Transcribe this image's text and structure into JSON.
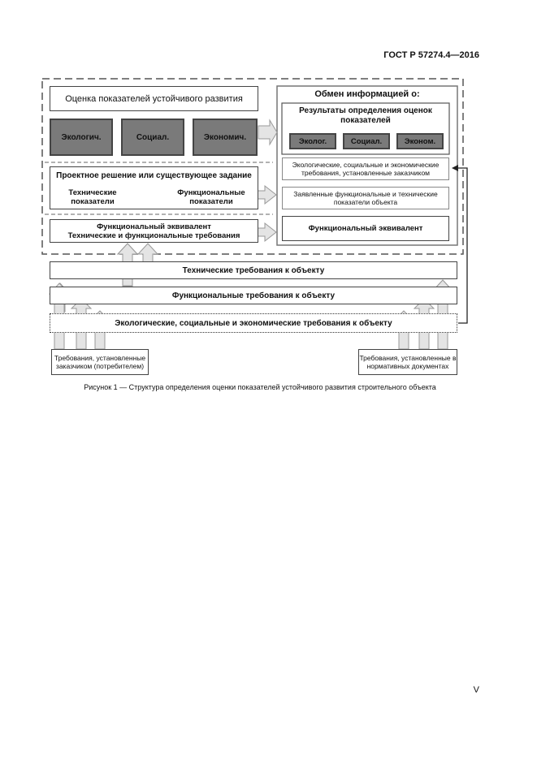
{
  "header": {
    "doc_code": "ГОСТ Р 57274.4—2016"
  },
  "left_panel": {
    "assessment_title": "Оценка показателей устойчивого развития",
    "categories": [
      "Экологич.",
      "Социал.",
      "Экономич."
    ],
    "design_title": "Проектное решение или существующее задание",
    "technical_indicators": "Технические показатели",
    "functional_indicators": "Функциональные показатели",
    "equivalent_line1": "Функциональный эквивалент",
    "equivalent_line2": "Технические и функциональные требования"
  },
  "right_panel": {
    "exchange_title": "Обмен информацией о:",
    "results_title": "Результаты определения оценок показателей",
    "categories": [
      "Эколог.",
      "Социал.",
      "Эконом."
    ],
    "customer_requirements": "Экологические, социальные и экономические требования, установленные заказчиком",
    "declared_indicators": "Заявленные функциональные и технические показатели объекта",
    "functional_equivalent": "Функциональный эквивалент"
  },
  "bands": {
    "technical": "Технические требования к объекту",
    "functional": "Функциональные требования к объекту",
    "ecological": "Экологические, социальные и экономические требования к объекту"
  },
  "sources": {
    "customer": "Требования, установленные заказчиком (потребителем)",
    "normative": "Требования, установленные в нормативных документах"
  },
  "caption": "Рисунок 1 — Структура определения оценки показателей устойчивого развития строительного объекта",
  "page_number": "V",
  "colors": {
    "dark_box": "#7a7a7a",
    "arrow_fill": "#e4e4e4",
    "arrow_stroke": "#999999"
  }
}
